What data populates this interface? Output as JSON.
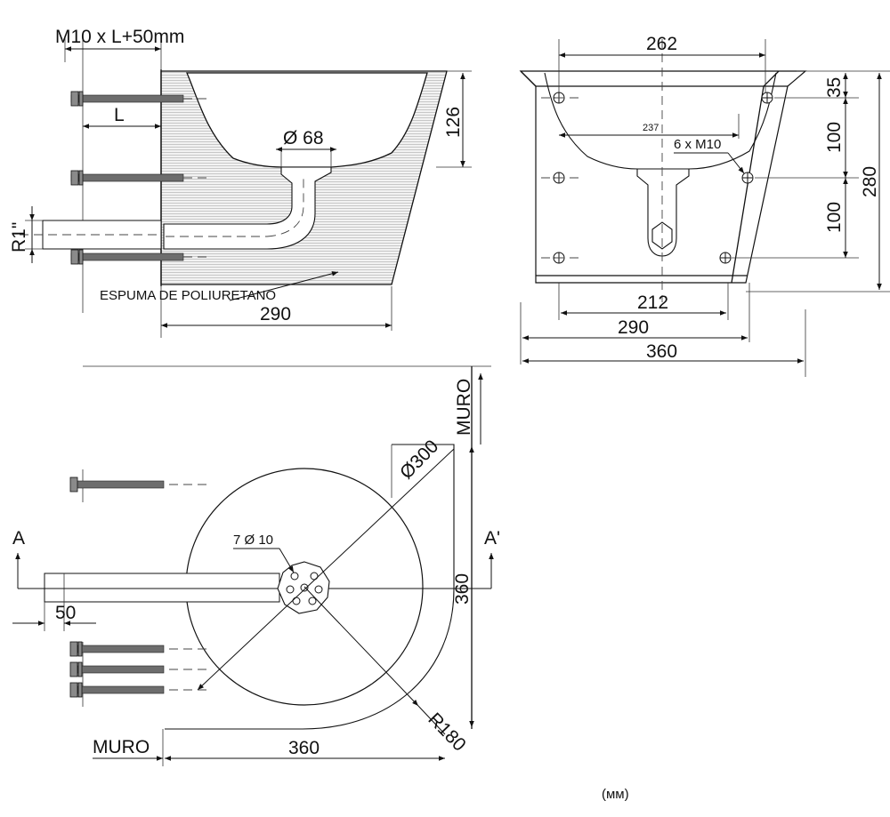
{
  "side_view": {
    "rod_label": "M10 x L+50mm",
    "length_label": "L",
    "drain_label": "Ø 68",
    "height_label": "126",
    "pipe_label": "R1\"",
    "foam_label": "ESPUMA DE POLIURETANO",
    "depth_label": "290"
  },
  "front_view": {
    "top_width": "262",
    "inner_width": "237",
    "bolts_label": "6 x M10",
    "rim_height": "35",
    "spacing_upper": "100",
    "spacing_lower": "100",
    "total_height": "280",
    "bottom_width": "212",
    "mid_width": "290",
    "overall_width": "360"
  },
  "top_view": {
    "wall_right": "MURO",
    "diameter": "Ø300",
    "holes_label": "7 Ø 10",
    "section_a": "A",
    "section_a_prime": "A'",
    "pipe_offset": "50",
    "depth": "360",
    "radius": "R180",
    "wall_bottom": "MURO",
    "width": "360"
  },
  "units": "(мм)"
}
